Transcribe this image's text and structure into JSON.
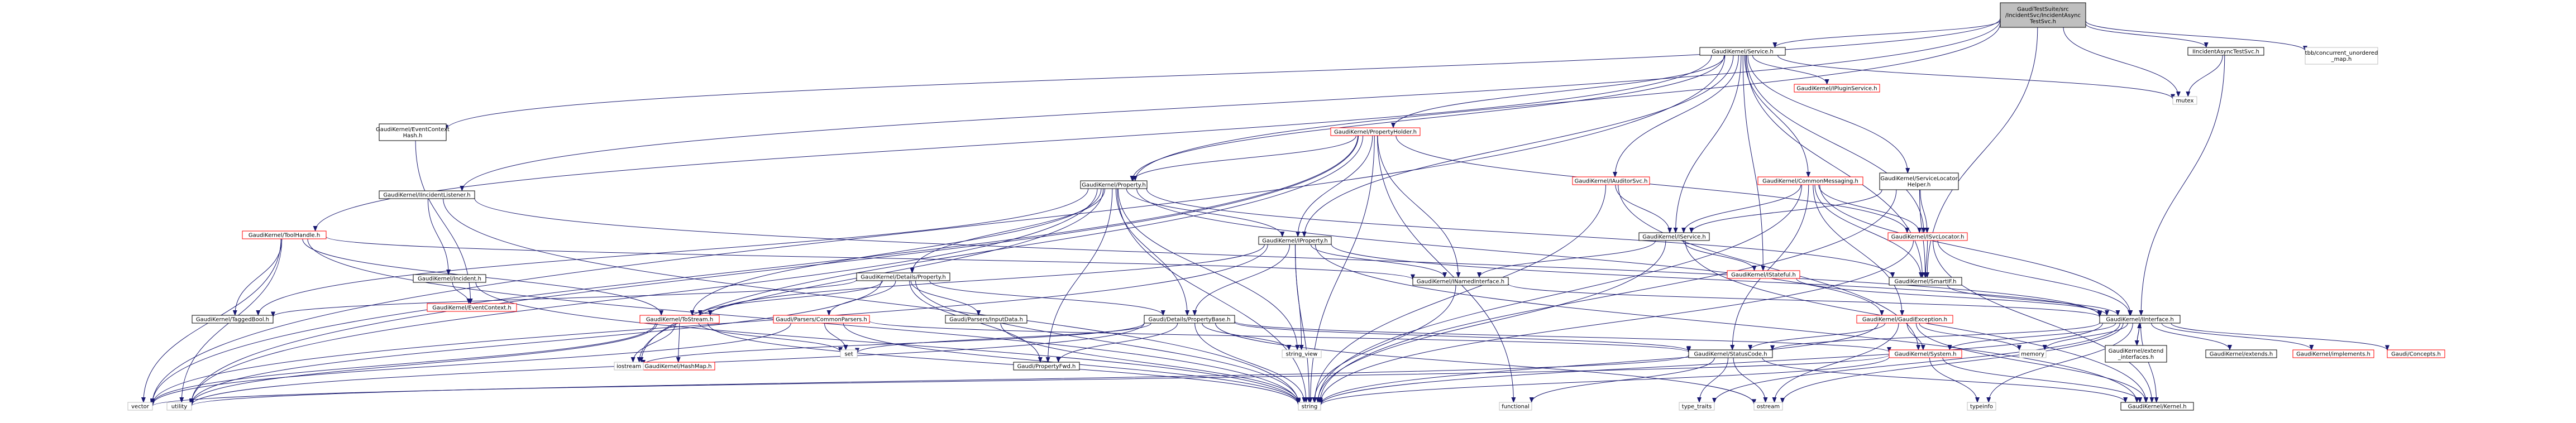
{
  "graph": {
    "colors": {
      "edge": "#191970",
      "node_border": "#000000",
      "node_border_grey": "#bfbfbf",
      "node_border_red": "#ff0000",
      "node_fill": "#ffffff",
      "root_fill": "#bfbfbf",
      "text": "#000000",
      "text_red": "#ff0000"
    },
    "nodes": [
      {
        "id": "root",
        "lines": [
          "GaudiTestSuite/src",
          "/IncidentSvc/IncidentAsync",
          "TestSvc.h"
        ],
        "style": "root"
      },
      {
        "id": "service_h",
        "lines": [
          "GaudiKernel/Service.h"
        ],
        "style": "normal"
      },
      {
        "id": "evctxhash",
        "lines": [
          "GaudiKernel/EventContext",
          "Hash.h"
        ],
        "style": "normal"
      },
      {
        "id": "iincidentlistener",
        "lines": [
          "GaudiKernel/IIncidentListener.h"
        ],
        "style": "normal"
      },
      {
        "id": "property_h",
        "lines": [
          "GaudiKernel/Property.h"
        ],
        "style": "normal"
      },
      {
        "id": "propertyholder",
        "lines": [
          "GaudiKernel/PropertyHolder.h"
        ],
        "style": "red"
      },
      {
        "id": "iincidentasync",
        "lines": [
          "IIncidentAsyncTestSvc.h"
        ],
        "style": "normal"
      },
      {
        "id": "tbb_map",
        "lines": [
          "tbb/concurrent_unordered",
          "_map.h"
        ],
        "style": "grey"
      },
      {
        "id": "mutex",
        "lines": [
          "mutex"
        ],
        "style": "grey"
      },
      {
        "id": "ipluginservice",
        "lines": [
          "GaudiKernel/IPluginService.h"
        ],
        "style": "red"
      },
      {
        "id": "iauditorsvc",
        "lines": [
          "GaudiKernel/IAuditorSvc.h"
        ],
        "style": "red"
      },
      {
        "id": "commonmessaging",
        "lines": [
          "GaudiKernel/CommonMessaging.h"
        ],
        "style": "red"
      },
      {
        "id": "servicelocatorhelper",
        "lines": [
          "GaudiKernel/ServiceLocator",
          "Helper.h"
        ],
        "style": "normal"
      },
      {
        "id": "toolhandle",
        "lines": [
          "GaudiKernel/ToolHandle.h"
        ],
        "style": "red"
      },
      {
        "id": "iproperty",
        "lines": [
          "GaudiKernel/IProperty.h"
        ],
        "style": "normal"
      },
      {
        "id": "iservice",
        "lines": [
          "GaudiKernel/IService.h"
        ],
        "style": "normal"
      },
      {
        "id": "isvclocator",
        "lines": [
          "GaudiKernel/ISvcLocator.h"
        ],
        "style": "red"
      },
      {
        "id": "iincident",
        "lines": [
          "GaudiKernel/Incident.h"
        ],
        "style": "normal"
      },
      {
        "id": "details_property",
        "lines": [
          "GaudiKernel/Details/Property.h"
        ],
        "style": "normal"
      },
      {
        "id": "inamedinterface",
        "lines": [
          "GaudiKernel/INamedInterface.h"
        ],
        "style": "normal"
      },
      {
        "id": "istateful",
        "lines": [
          "GaudiKernel/IStateful.h"
        ],
        "style": "red"
      },
      {
        "id": "smartif",
        "lines": [
          "GaudiKernel/SmartIF.h"
        ],
        "style": "normal"
      },
      {
        "id": "eventcontext",
        "lines": [
          "GaudiKernel/EventContext.h"
        ],
        "style": "red"
      },
      {
        "id": "itaggedbool",
        "lines": [
          "GaudiKernel/TaggedBool.h"
        ],
        "style": "normal"
      },
      {
        "id": "tostream",
        "lines": [
          "GaudiKernel/ToStream.h"
        ],
        "style": "red"
      },
      {
        "id": "commonparsers",
        "lines": [
          "Gaudi/Parsers/CommonParsers.h"
        ],
        "style": "red"
      },
      {
        "id": "inputdata",
        "lines": [
          "Gaudi/Parsers/InputData.h"
        ],
        "style": "normal"
      },
      {
        "id": "propertybase",
        "lines": [
          "Gaudi/Details/PropertyBase.h"
        ],
        "style": "normal"
      },
      {
        "id": "gaudiexception",
        "lines": [
          "GaudiKernel/GaudiException.h"
        ],
        "style": "red"
      },
      {
        "id": "iinterface",
        "lines": [
          "GaudiKernel/IInterface.h"
        ],
        "style": "normal"
      },
      {
        "id": "hashmap",
        "lines": [
          "GaudiKernel/HashMap.h"
        ],
        "style": "red"
      },
      {
        "id": "set",
        "lines": [
          "set"
        ],
        "style": "grey"
      },
      {
        "id": "propertyfwd",
        "lines": [
          "Gaudi/PropertyFwd.h"
        ],
        "style": "normal"
      },
      {
        "id": "string_view",
        "lines": [
          "string_view"
        ],
        "style": "grey"
      },
      {
        "id": "statuscode",
        "lines": [
          "GaudiKernel/StatusCode.h"
        ],
        "style": "normal"
      },
      {
        "id": "system",
        "lines": [
          "GaudiKernel/System.h"
        ],
        "style": "red"
      },
      {
        "id": "memory",
        "lines": [
          "memory"
        ],
        "style": "grey"
      },
      {
        "id": "iextend_interfaces",
        "lines": [
          "GaudiKernel/extend",
          "_interfaces.h"
        ],
        "style": "normal"
      },
      {
        "id": "extends",
        "lines": [
          "GaudiKernel/extends.h"
        ],
        "style": "normal"
      },
      {
        "id": "implements",
        "lines": [
          "GaudiKernel/implements.h"
        ],
        "style": "red"
      },
      {
        "id": "concepts",
        "lines": [
          "Gaudi/Concepts.h"
        ],
        "style": "red"
      },
      {
        "id": "iostream",
        "lines": [
          "iostream"
        ],
        "style": "grey"
      },
      {
        "id": "vector",
        "lines": [
          "vector"
        ],
        "style": "grey"
      },
      {
        "id": "utility",
        "lines": [
          "utility"
        ],
        "style": "grey"
      },
      {
        "id": "string",
        "lines": [
          "string"
        ],
        "style": "grey"
      },
      {
        "id": "functional",
        "lines": [
          "functional"
        ],
        "style": "grey"
      },
      {
        "id": "type_traits",
        "lines": [
          "type_traits"
        ],
        "style": "grey"
      },
      {
        "id": "ostream",
        "lines": [
          "ostream"
        ],
        "style": "grey"
      },
      {
        "id": "typeinfo",
        "lines": [
          "typeinfo"
        ],
        "style": "grey"
      },
      {
        "id": "kernel",
        "lines": [
          "GaudiKernel/Kernel.h"
        ],
        "style": "normal"
      }
    ],
    "edges": [
      [
        "root",
        "service_h"
      ],
      [
        "root",
        "evctxhash"
      ],
      [
        "root",
        "iincidentlistener"
      ],
      [
        "root",
        "property_h"
      ],
      [
        "root",
        "iincidentasync"
      ],
      [
        "root",
        "tbb_map"
      ],
      [
        "root",
        "mutex"
      ],
      [
        "root",
        "smartif"
      ],
      [
        "service_h",
        "propertyholder"
      ],
      [
        "service_h",
        "property_h"
      ],
      [
        "service_h",
        "ipluginservice"
      ],
      [
        "service_h",
        "iauditorsvc"
      ],
      [
        "service_h",
        "commonmessaging"
      ],
      [
        "service_h",
        "servicelocatorhelper"
      ],
      [
        "service_h",
        "iservice"
      ],
      [
        "service_h",
        "isvclocator"
      ],
      [
        "service_h",
        "istateful"
      ],
      [
        "service_h",
        "iproperty"
      ],
      [
        "service_h",
        "toolhandle"
      ],
      [
        "service_h",
        "vector"
      ],
      [
        "service_h",
        "mutex"
      ],
      [
        "service_h",
        "smartif"
      ],
      [
        "evctxhash",
        "eventcontext"
      ],
      [
        "iincidentlistener",
        "iincident"
      ],
      [
        "iincidentlistener",
        "iinterface"
      ],
      [
        "iincidentlistener",
        "string"
      ],
      [
        "iincident",
        "eventcontext"
      ],
      [
        "iincident",
        "string"
      ],
      [
        "property_h",
        "details_property"
      ],
      [
        "property_h",
        "propertybase"
      ],
      [
        "property_h",
        "propertyfwd"
      ],
      [
        "property_h",
        "tostream"
      ],
      [
        "property_h",
        "iproperty"
      ],
      [
        "property_h",
        "smartif"
      ],
      [
        "property_h",
        "string"
      ],
      [
        "property_h",
        "string_view"
      ],
      [
        "property_h",
        "utility"
      ],
      [
        "property_h",
        "iostream"
      ],
      [
        "property_h",
        "itaggedbool"
      ],
      [
        "property_h",
        "gaudiexception"
      ],
      [
        "propertyholder",
        "property_h"
      ],
      [
        "propertyholder",
        "iproperty"
      ],
      [
        "propertyholder",
        "inamedinterface"
      ],
      [
        "propertyholder",
        "isvclocator"
      ],
      [
        "propertyholder",
        "functional"
      ],
      [
        "propertyholder",
        "string"
      ],
      [
        "propertyholder",
        "vector"
      ],
      [
        "propertyholder",
        "iostream"
      ],
      [
        "propertyholder",
        "utility"
      ],
      [
        "iincidentasync",
        "iinterface"
      ],
      [
        "iincidentasync",
        "mutex"
      ],
      [
        "iauditorsvc",
        "iservice"
      ],
      [
        "iauditorsvc",
        "system"
      ],
      [
        "iauditorsvc",
        "string"
      ],
      [
        "commonmessaging",
        "iservice"
      ],
      [
        "commonmessaging",
        "isvclocator"
      ],
      [
        "commonmessaging",
        "smartif"
      ],
      [
        "commonmessaging",
        "gaudiexception"
      ],
      [
        "commonmessaging",
        "statuscode"
      ],
      [
        "commonmessaging",
        "iinterface"
      ],
      [
        "commonmessaging",
        "string"
      ],
      [
        "servicelocatorhelper",
        "iservice"
      ],
      [
        "servicelocatorhelper",
        "isvclocator"
      ],
      [
        "servicelocatorhelper",
        "smartif"
      ],
      [
        "servicelocatorhelper",
        "string"
      ],
      [
        "toolhandle",
        "itaggedbool"
      ],
      [
        "toolhandle",
        "tostream"
      ],
      [
        "toolhandle",
        "inamedinterface"
      ],
      [
        "toolhandle",
        "string"
      ],
      [
        "toolhandle",
        "vector"
      ],
      [
        "toolhandle",
        "utility"
      ],
      [
        "iproperty",
        "inamedinterface"
      ],
      [
        "iproperty",
        "propertybase"
      ],
      [
        "iproperty",
        "iinterface"
      ],
      [
        "iproperty",
        "string"
      ],
      [
        "iproperty",
        "string_view"
      ],
      [
        "iproperty",
        "vector"
      ],
      [
        "iproperty",
        "kernel"
      ],
      [
        "iproperty",
        "tostream"
      ],
      [
        "iservice",
        "inamedinterface"
      ],
      [
        "iservice",
        "istateful"
      ],
      [
        "iservice",
        "string"
      ],
      [
        "iservice",
        "kernel"
      ],
      [
        "isvclocator",
        "smartif"
      ],
      [
        "isvclocator",
        "iinterface"
      ],
      [
        "isvclocator",
        "string"
      ],
      [
        "isvclocator",
        "kernel"
      ],
      [
        "details_property",
        "tostream"
      ],
      [
        "details_property",
        "commonparsers"
      ],
      [
        "details_property",
        "inputdata"
      ],
      [
        "details_property",
        "propertybase"
      ],
      [
        "details_property",
        "propertyfwd"
      ],
      [
        "details_property",
        "itaggedbool"
      ],
      [
        "details_property",
        "string"
      ],
      [
        "details_property",
        "utility"
      ],
      [
        "inamedinterface",
        "iinterface"
      ],
      [
        "inamedinterface",
        "string"
      ],
      [
        "istateful",
        "iinterface"
      ],
      [
        "smartif",
        "iinterface"
      ],
      [
        "tostream",
        "hashmap"
      ],
      [
        "tostream",
        "set"
      ],
      [
        "tostream",
        "iostream"
      ],
      [
        "tostream",
        "string"
      ],
      [
        "tostream",
        "vector"
      ],
      [
        "tostream",
        "utility"
      ],
      [
        "commonparsers",
        "statuscode"
      ],
      [
        "commonparsers",
        "set"
      ],
      [
        "commonparsers",
        "string"
      ],
      [
        "commonparsers",
        "vector"
      ],
      [
        "inputdata",
        "string"
      ],
      [
        "propertybase",
        "propertyfwd"
      ],
      [
        "propertybase",
        "statuscode"
      ],
      [
        "propertybase",
        "system"
      ],
      [
        "propertybase",
        "string"
      ],
      [
        "propertybase",
        "string_view"
      ],
      [
        "propertybase",
        "set"
      ],
      [
        "propertybase",
        "utility"
      ],
      [
        "propertybase",
        "iostream"
      ],
      [
        "propertybase",
        "ostream"
      ],
      [
        "gaudiexception",
        "statuscode"
      ],
      [
        "gaudiexception",
        "system"
      ],
      [
        "gaudiexception",
        "string"
      ],
      [
        "gaudiexception",
        "memory"
      ],
      [
        "gaudiexception",
        "kernel"
      ],
      [
        "gaudiexception",
        "ostream"
      ],
      [
        "iinterface",
        "iextend_interfaces"
      ],
      [
        "iinterface",
        "extends"
      ],
      [
        "iinterface",
        "implements"
      ],
      [
        "iinterface",
        "concepts"
      ],
      [
        "iinterface",
        "system"
      ],
      [
        "iinterface",
        "statuscode"
      ],
      [
        "iinterface",
        "kernel"
      ],
      [
        "iinterface",
        "string"
      ],
      [
        "iinterface",
        "type_traits"
      ],
      [
        "iinterface",
        "typeinfo"
      ],
      [
        "iinterface",
        "ostream"
      ],
      [
        "iinterface",
        "memory"
      ],
      [
        "iextend_interfaces",
        "iinterface"
      ],
      [
        "statuscode",
        "kernel"
      ],
      [
        "statuscode",
        "functional"
      ],
      [
        "statuscode",
        "ostream"
      ],
      [
        "statuscode",
        "type_traits"
      ],
      [
        "statuscode",
        "utility"
      ],
      [
        "system",
        "kernel"
      ],
      [
        "system",
        "string"
      ],
      [
        "system",
        "typeinfo"
      ],
      [
        "system",
        "vector"
      ]
    ]
  }
}
